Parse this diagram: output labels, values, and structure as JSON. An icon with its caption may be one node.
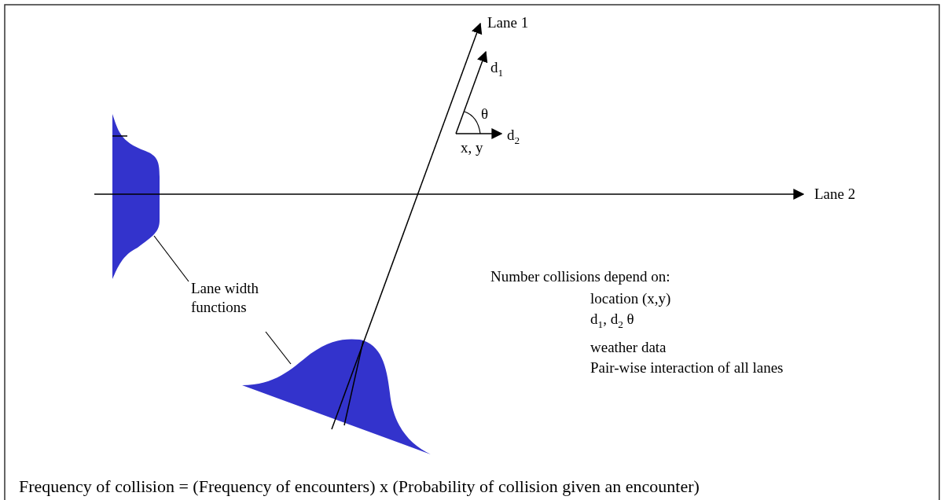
{
  "diagram": {
    "caption": "Frequency of collision = (Frequency of encounters) x (Probability of collision given an encounter)",
    "nodes": [
      {
        "text": [
          "Lane width functions"
        ]
      },
      {
        "text": [],
        "shape": "picture"
      },
      {
        "text": [],
        "shape": "picture"
      }
    ],
    "edges": [
      {
        "from": 0,
        "to": 1,
        "arrow": "none"
      },
      {
        "from": 0,
        "to": 2,
        "arrow": "none"
      }
    ],
    "labels": [
      "Lane 1",
      "d$_{1}$",
      "θ",
      "d$_{2}$",
      "x, y",
      "Lane 2",
      "Number collisions depend on:",
      "location (x,y)",
      "d$_{1}$, d$_{2}$ θ",
      "weather data",
      "Pair-wise interaction of all lanes"
    ]
  }
}
